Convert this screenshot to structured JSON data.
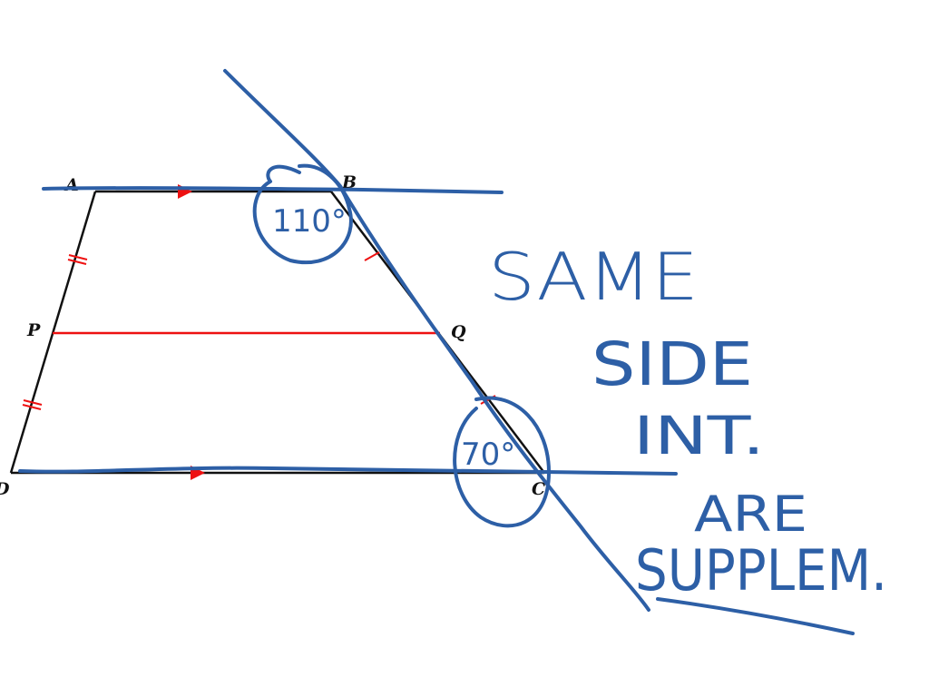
{
  "diagram": {
    "vertices": {
      "A": "A",
      "B": "B",
      "C": "C",
      "D": "D",
      "P": "P",
      "Q": "Q"
    },
    "colors": {
      "figure": "#111111",
      "marks": "#ee1111",
      "ink": "#2d5fa6"
    }
  },
  "annotations": {
    "angle_b": "110°",
    "angle_c": "70°",
    "note_lines": [
      "SAME",
      "SIDE",
      "INT.",
      "ARE",
      "SUPPLEM."
    ]
  }
}
